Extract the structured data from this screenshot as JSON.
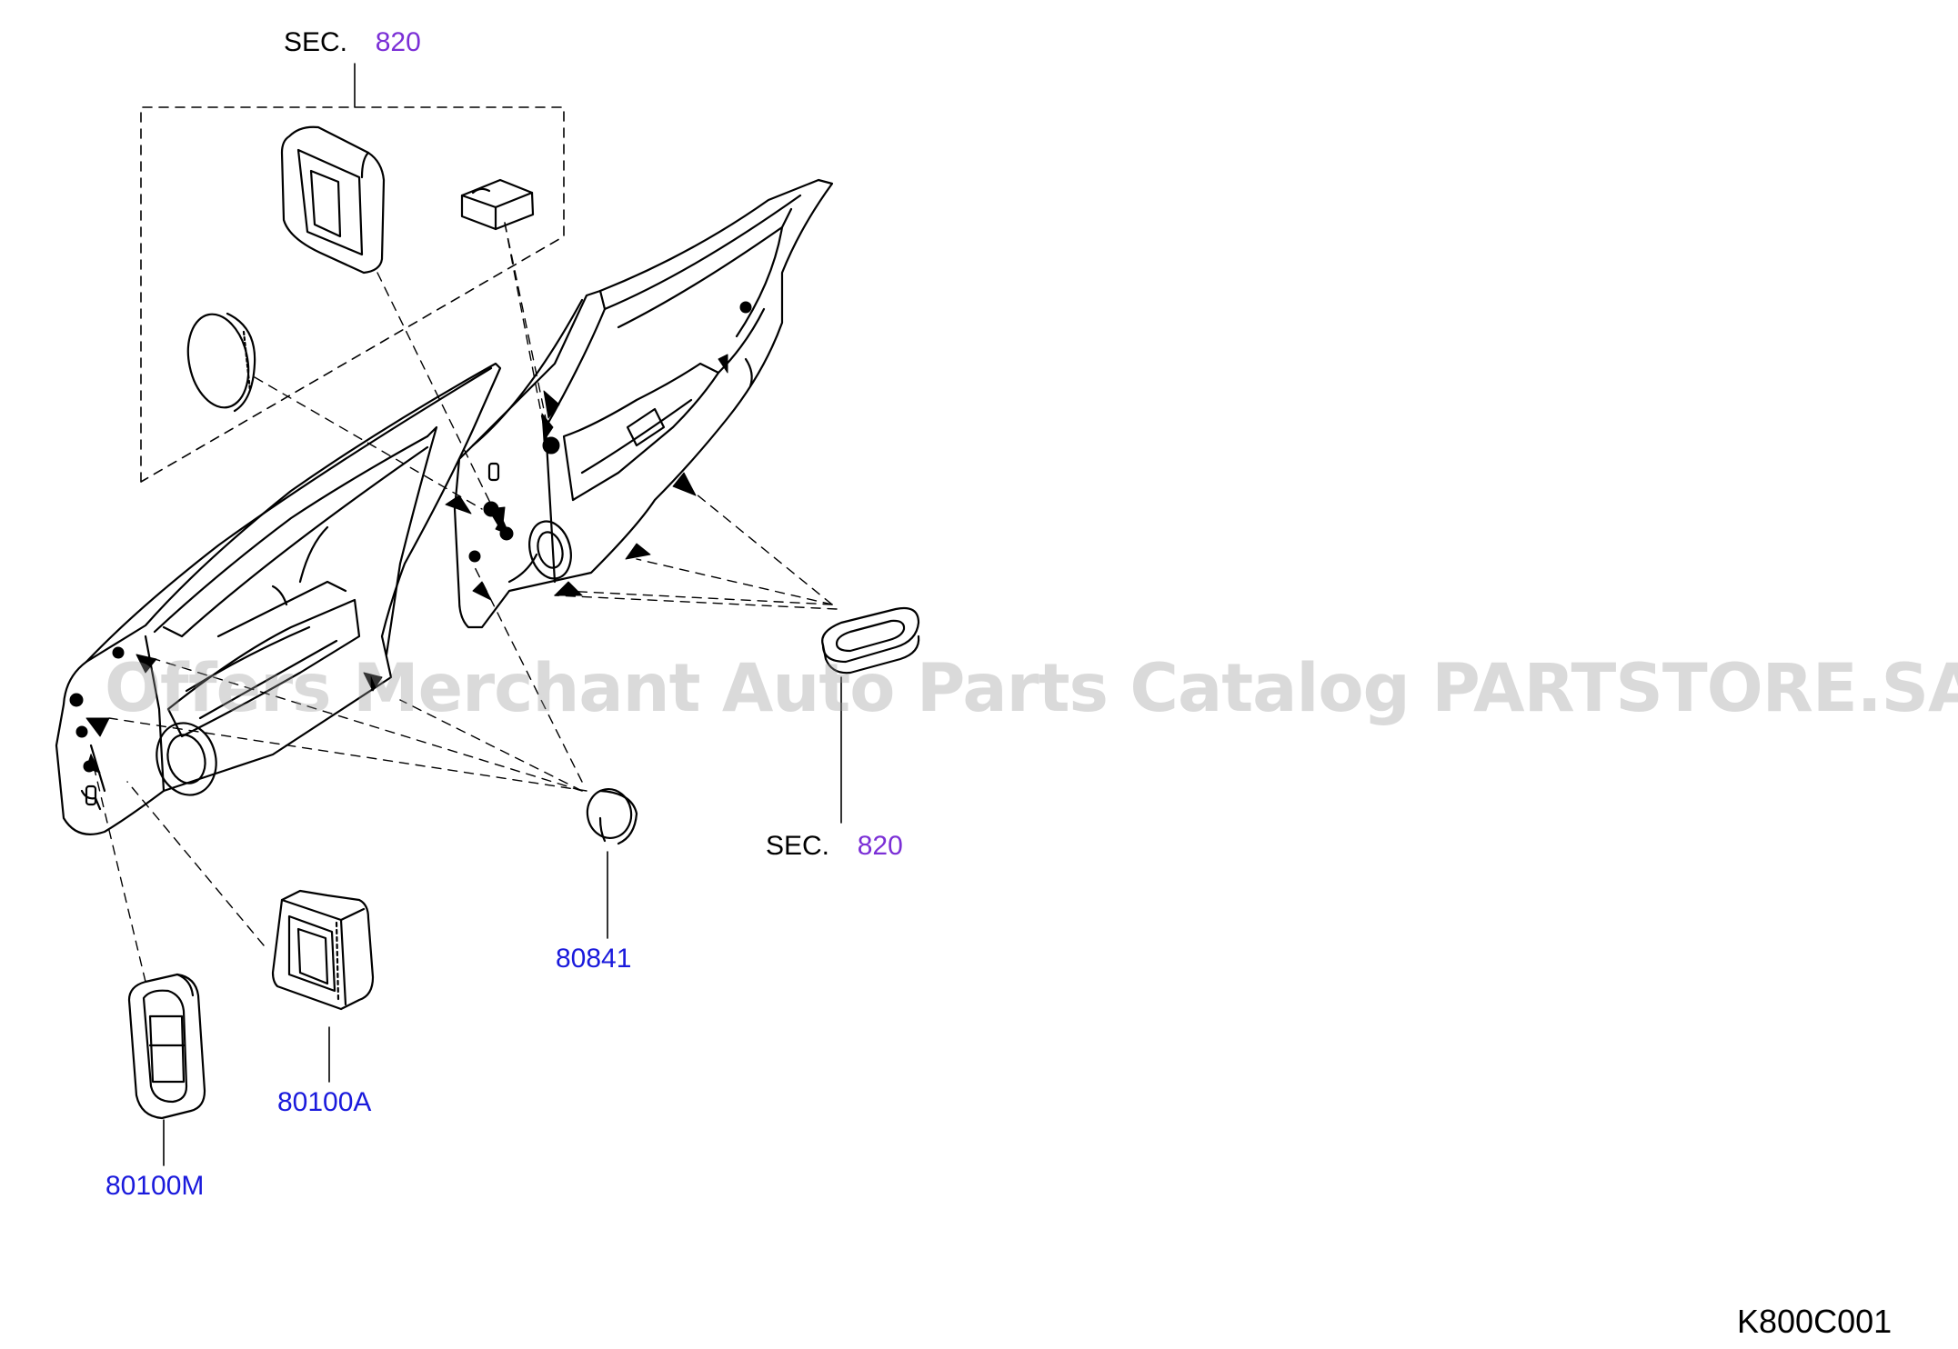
{
  "labels": {
    "sec_top": "SEC.",
    "sec_top_num": "820",
    "sec_right": "SEC.",
    "sec_right_num": "820",
    "part_80841": "80841",
    "part_80100A": "80100A",
    "part_80100M": "80100M",
    "drawing_code": "K800C001"
  },
  "watermark": "Offers Merchant Auto Parts Catalog PARTSTORE.SA",
  "colors": {
    "section_ref": "#7b2fd6",
    "part_number": "#1a1adc",
    "line": "#000000"
  }
}
